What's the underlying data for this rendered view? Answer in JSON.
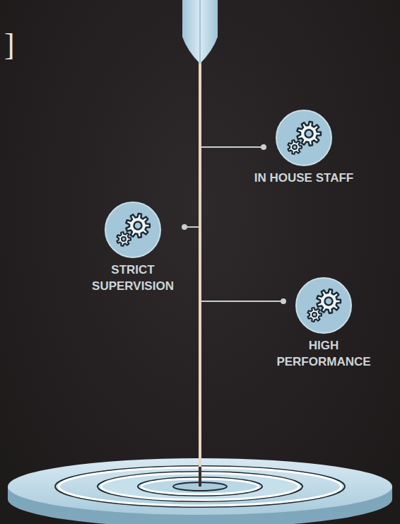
{
  "diagram": {
    "nodes": [
      {
        "text": [
          "IN HOUSE STAFF"
        ]
      },
      {
        "text": [
          "STRICT SUPERVISION"
        ]
      },
      {
        "text": [
          "HIGH PERFORMANCE"
        ]
      }
    ],
    "labels": [
      "]"
    ]
  }
}
